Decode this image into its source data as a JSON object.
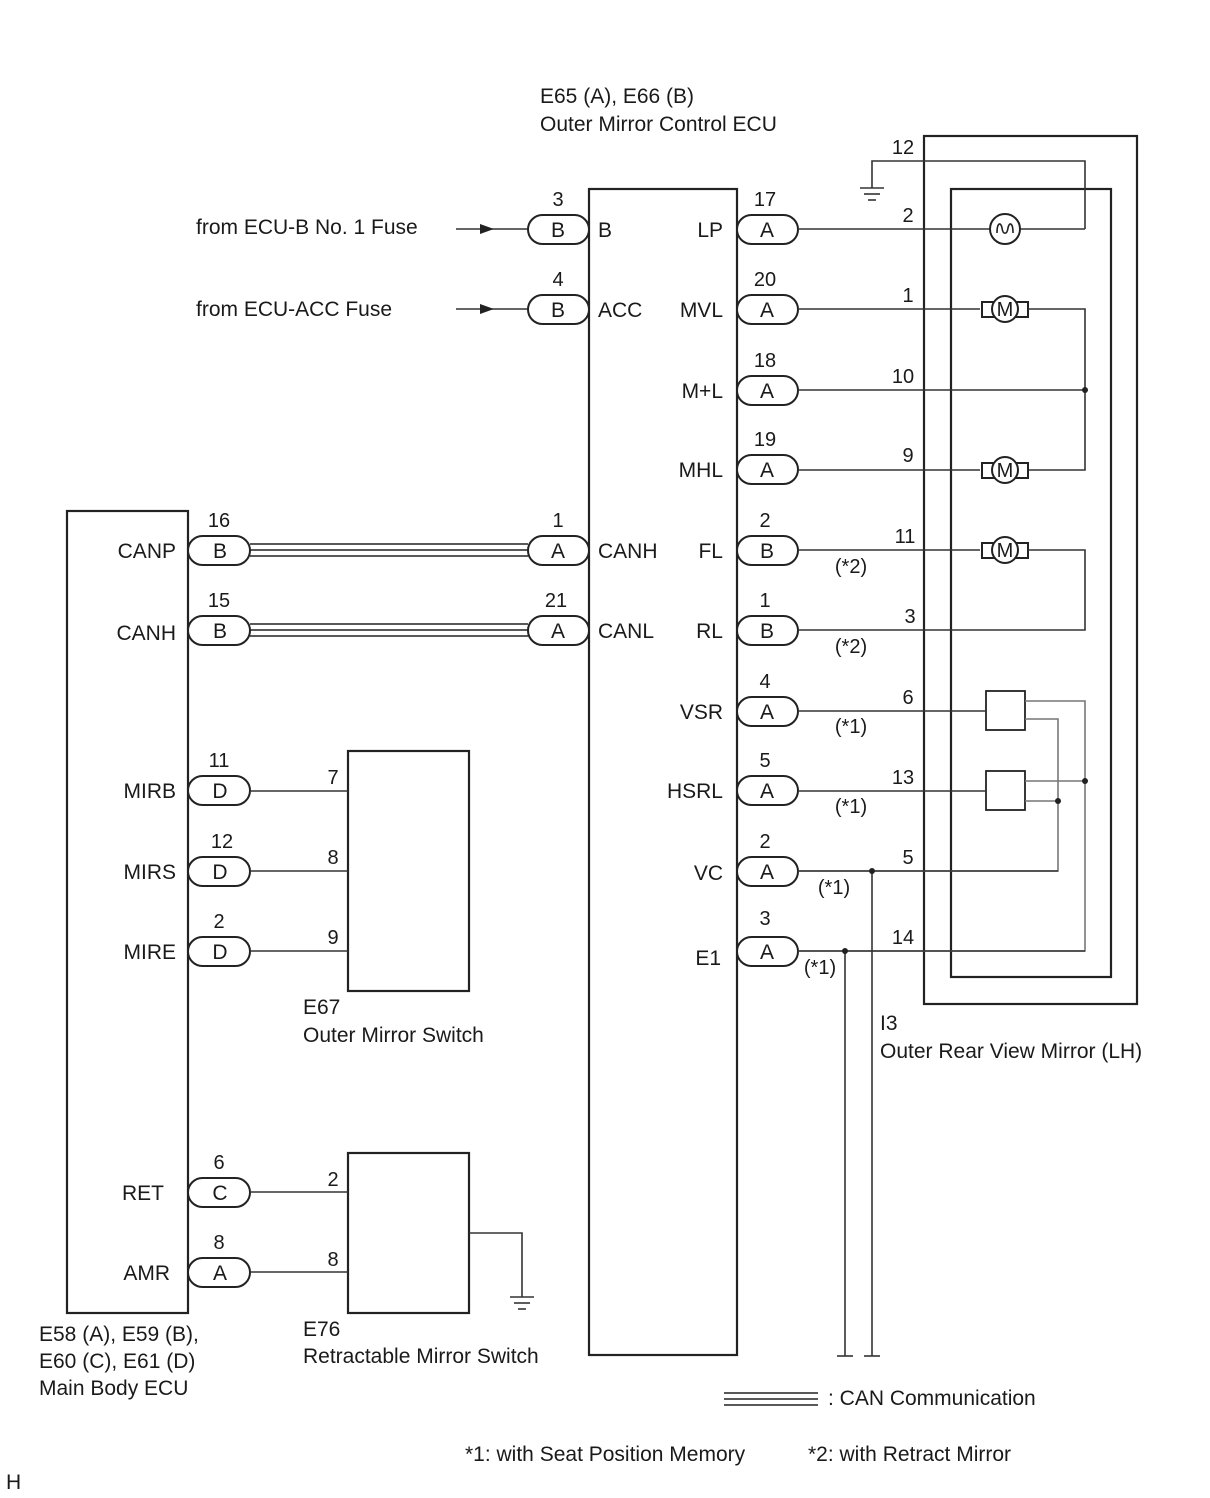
{
  "ecu": {
    "connectors": "E65 (A), E66 (B)",
    "name": "Outer Mirror Control ECU",
    "left_terminals": [
      {
        "pin": "3",
        "conn": "B",
        "label": "B"
      },
      {
        "pin": "4",
        "conn": "B",
        "label": "ACC"
      },
      {
        "pin": "1",
        "conn": "A",
        "label": "CANH"
      },
      {
        "pin": "21",
        "conn": "A",
        "label": "CANL"
      }
    ],
    "right_terminals": [
      {
        "pin": "17",
        "conn": "A",
        "label": "LP"
      },
      {
        "pin": "20",
        "conn": "A",
        "label": "MVL"
      },
      {
        "pin": "18",
        "conn": "A",
        "label": "M+L"
      },
      {
        "pin": "19",
        "conn": "A",
        "label": "MHL"
      },
      {
        "pin": "2",
        "conn": "B",
        "label": "FL"
      },
      {
        "pin": "1",
        "conn": "B",
        "label": "RL"
      },
      {
        "pin": "4",
        "conn": "A",
        "label": "VSR"
      },
      {
        "pin": "5",
        "conn": "A",
        "label": "HSRL"
      },
      {
        "pin": "2",
        "conn": "A",
        "label": "VC"
      },
      {
        "pin": "3",
        "conn": "A",
        "label": "E1"
      }
    ]
  },
  "fuses": [
    "from ECU-B No. 1 Fuse",
    "from ECU-ACC Fuse"
  ],
  "mirror": {
    "connector": "I3",
    "name": "Outer Rear View Mirror (LH)",
    "pins": [
      "12",
      "2",
      "1",
      "10",
      "9",
      "11",
      "3",
      "6",
      "13",
      "5",
      "14"
    ]
  },
  "notes_on_wires": [
    "(*2)",
    "(*2)",
    "(*1)",
    "(*1)",
    "(*1)",
    "(*1)"
  ],
  "main_body": {
    "connectors_line1": "E58 (A), E59 (B),",
    "connectors_line2": "E60 (C), E61 (D)",
    "name": "Main Body ECU",
    "terminals": [
      {
        "pin": "16",
        "conn": "B",
        "label": "CANP"
      },
      {
        "pin": "15",
        "conn": "B",
        "label": "CANH"
      },
      {
        "pin": "11",
        "conn": "D",
        "label": "MIRB"
      },
      {
        "pin": "12",
        "conn": "D",
        "label": "MIRS"
      },
      {
        "pin": "2",
        "conn": "D",
        "label": "MIRE"
      },
      {
        "pin": "6",
        "conn": "C",
        "label": "RET"
      },
      {
        "pin": "8",
        "conn": "A",
        "label": "AMR"
      }
    ]
  },
  "mirror_switch": {
    "connector": "E67",
    "name": "Outer Mirror Switch",
    "pins": [
      "7",
      "8",
      "9"
    ]
  },
  "retract_switch": {
    "connector": "E76",
    "name": "Retractable Mirror Switch",
    "pins": [
      "2",
      "8"
    ]
  },
  "legend": {
    "can": ": CAN Communication",
    "note1": "*1: with Seat Position Memory",
    "note2": "*2: with Retract Mirror"
  },
  "corner_mark": "H",
  "motor_symbol": "M"
}
